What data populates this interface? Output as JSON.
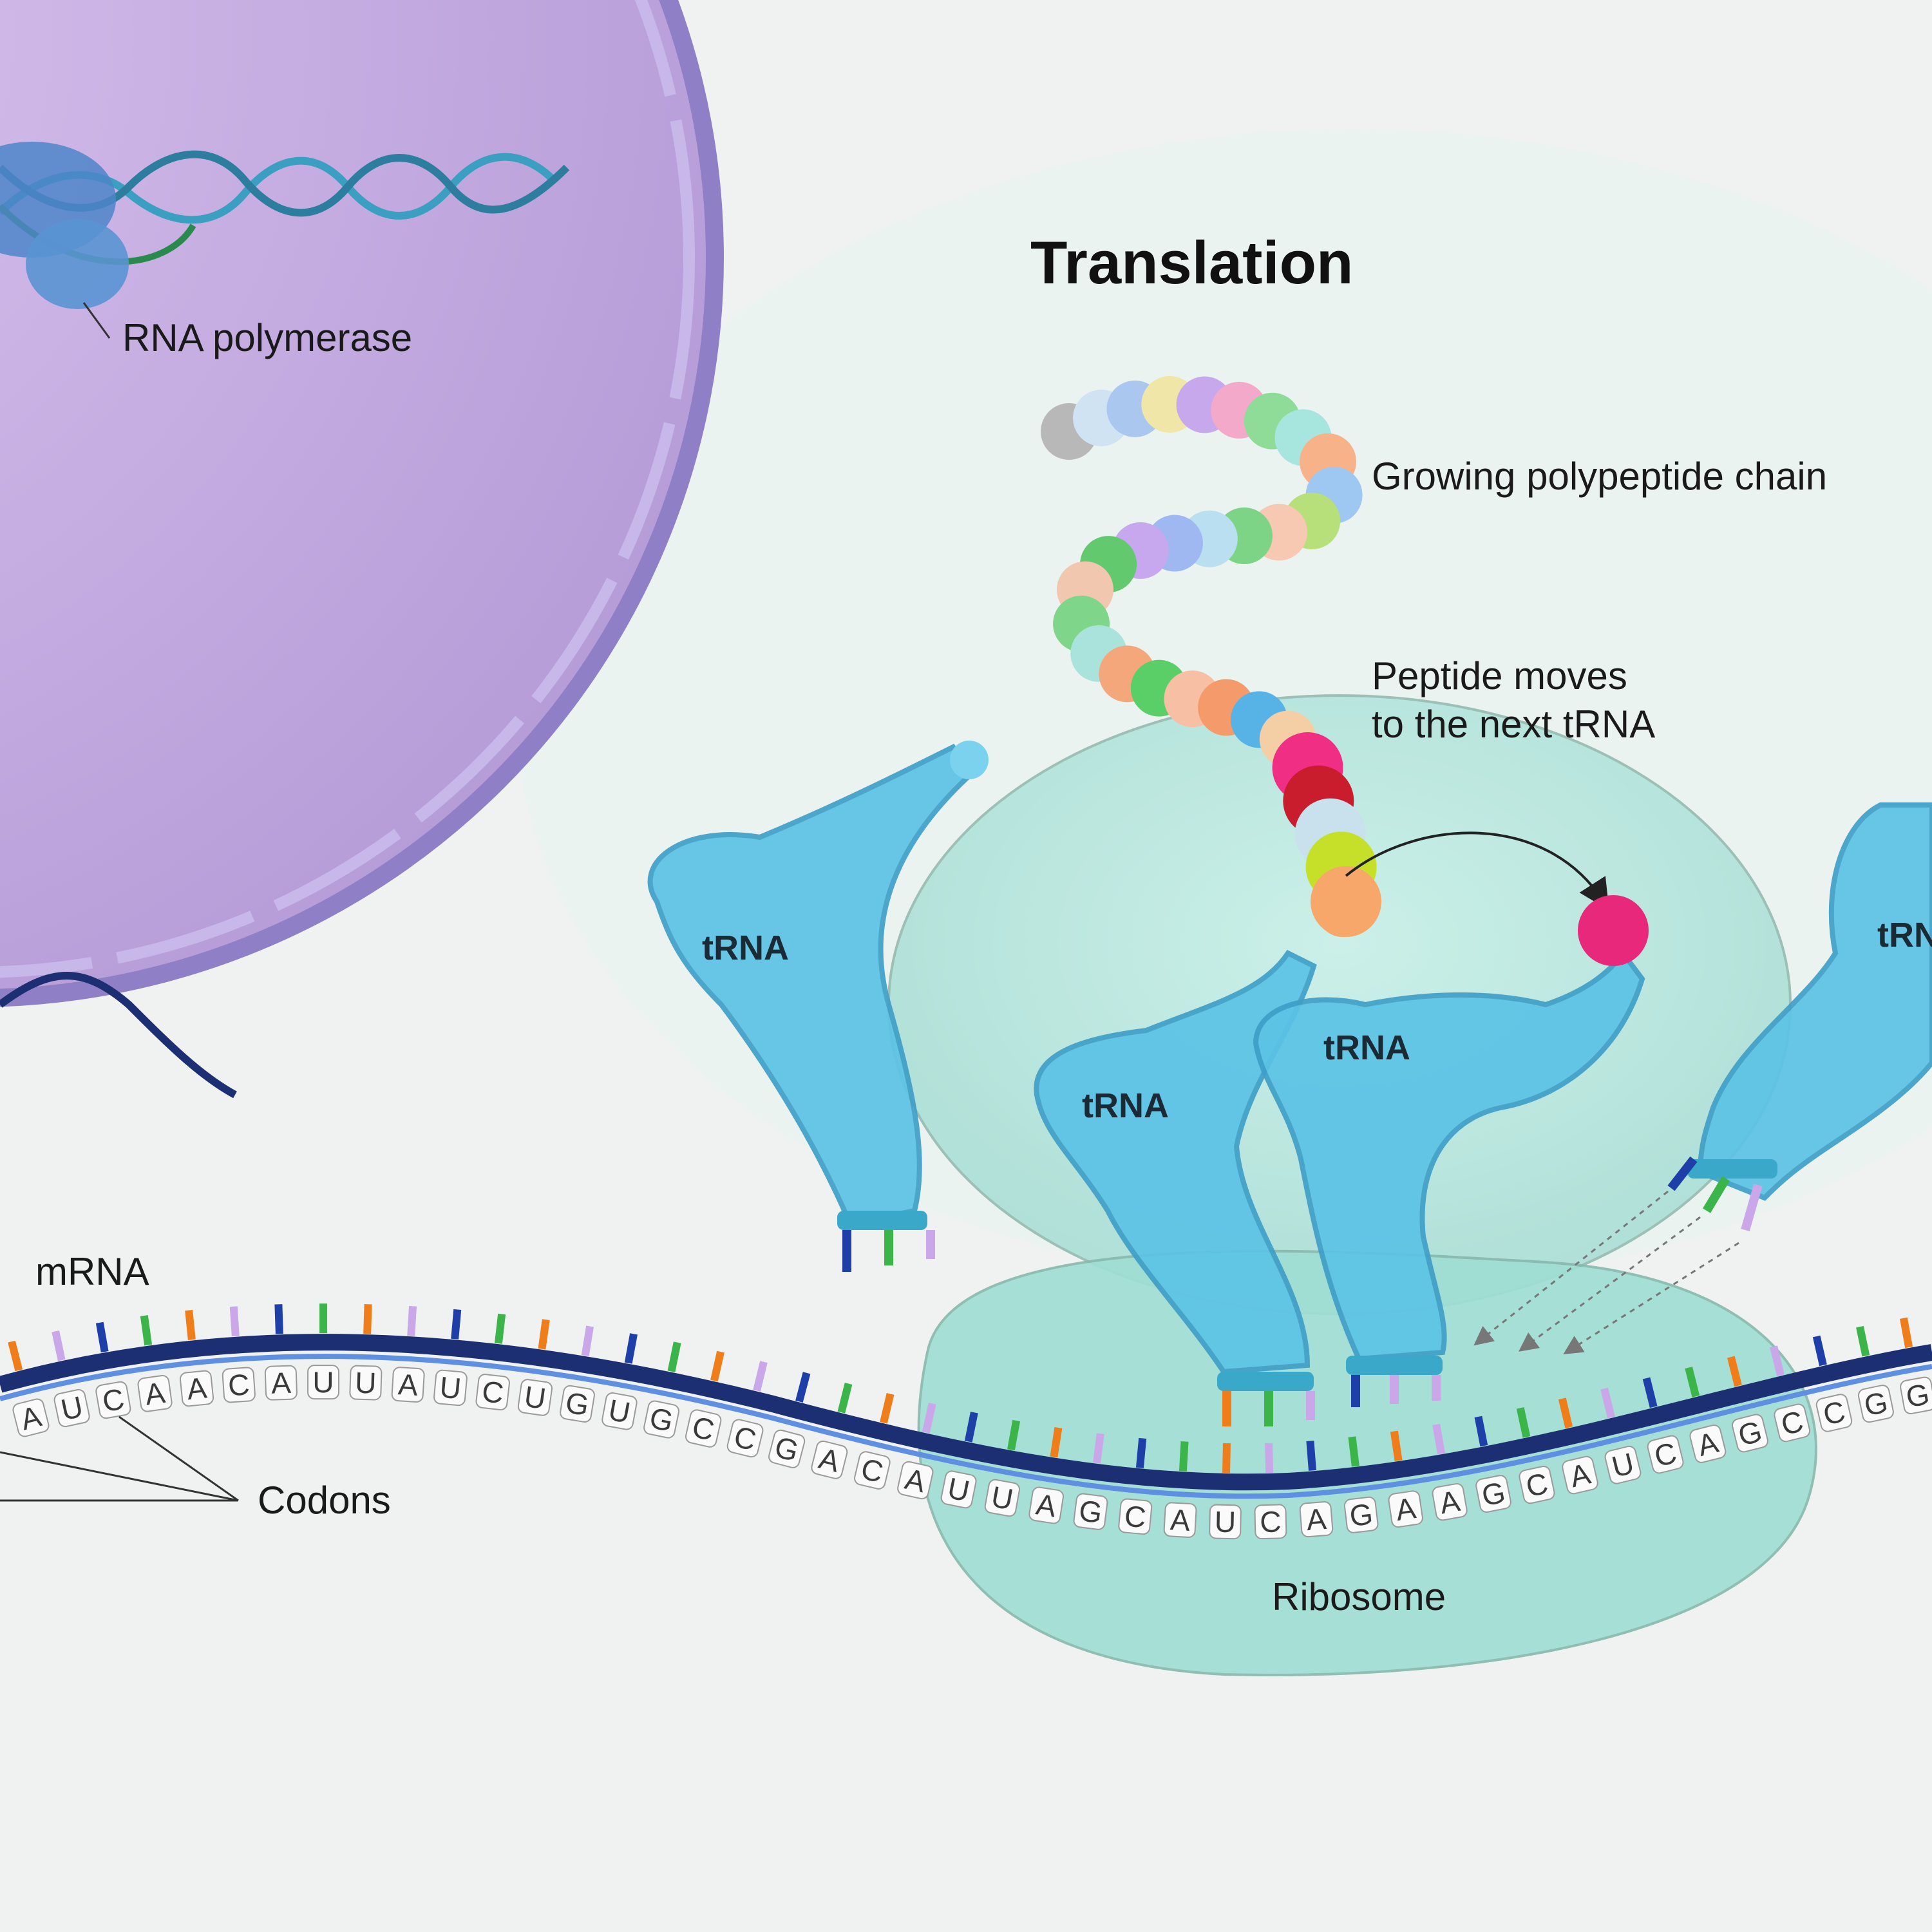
{
  "title": "Translation",
  "labels": {
    "rna_polymerase": "RNA polymerase",
    "polypeptide": "Growing polypeptide chain",
    "peptide_moves_line1": "Peptide moves",
    "peptide_moves_line2": "to the next tRNA",
    "mrna": "mRNA",
    "codons": "Codons",
    "ribosome": "Ribosome",
    "trna_1": "tRNA",
    "trna_2": "tRNA",
    "trna_3": "tRNA",
    "trna_4": "tRN"
  },
  "mrna_bases": [
    "A",
    "U",
    "C",
    "A",
    "A",
    "C",
    "A",
    "U",
    "U",
    "A",
    "U",
    "C",
    "U",
    "G",
    "U",
    "G",
    "C",
    "C",
    "G",
    "A",
    "C",
    "A",
    "U",
    "U",
    "A",
    "G",
    "C",
    "A",
    "U",
    "C",
    "A",
    "G",
    "A",
    "A",
    "G",
    "C",
    "A",
    "U",
    "C",
    "A",
    "G",
    "C",
    "C",
    "G",
    "G"
  ],
  "colors": {
    "background": "#f0f2f1",
    "nucleus": "#c3a6dc",
    "ribosome": "#a8e6dc",
    "trna": "#5cc3e6",
    "mrna_backbone": "#1d2f73",
    "base_orange": "#ef7d1a",
    "base_blue": "#1f3fa8",
    "base_green": "#3bb54a",
    "base_purple": "#c9a7e8"
  }
}
